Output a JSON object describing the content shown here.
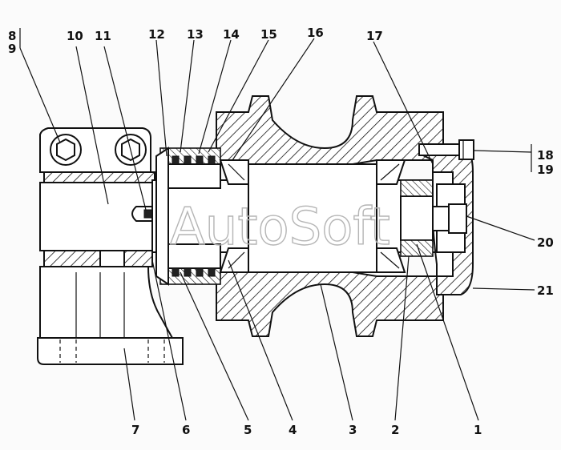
{
  "watermark": "AutoSoft",
  "callouts": {
    "c8": "8",
    "c9": "9",
    "c10": "10",
    "c11": "11",
    "c12": "12",
    "c13": "13",
    "c14": "14",
    "c15": "15",
    "c16": "16",
    "c17": "17",
    "c18": "18",
    "c19": "19",
    "c20": "20",
    "c21": "21",
    "c7": "7",
    "c6": "6",
    "c5": "5",
    "c4": "4",
    "c3": "3",
    "c2": "2",
    "c1": "1"
  }
}
